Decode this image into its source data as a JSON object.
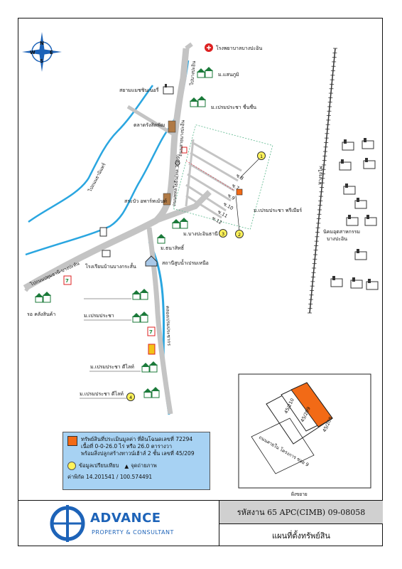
{
  "compass": {
    "n": "N",
    "s": "S",
    "e": "E",
    "w": "W"
  },
  "places": {
    "hospital": "โรงพยาบาลบางปะอิน",
    "m_saenphum": "ม.แสนภูมิ",
    "siam_machinery": "สยามแมชชินเนอรี่",
    "m_premprachachuen": "ม.เปรมประชา ชื่นชื่น",
    "talat_rung": "ตลาดรังสิตพัฒ",
    "saraburi": "สระบัว อพาร์ทเม้นท์",
    "m_bangpain_thani": "ม.บางปะอินธานี",
    "m_thanasit": "ม.ธนาสิทธิ์",
    "station": "สถานีสูบน้ำเปรมเหนือ",
    "school": "โรงเรียนบ้านบางกระสั้น",
    "warehouse": "รอ คลังสินค้า",
    "m_premprachachai": "ม.เปรมประชา",
    "m_prem_d_like": "ม.เปรมประชา ดีไลท์",
    "m_prem_d_like4": "ม.เปรมประชา ดีไลท์",
    "m_prem_premier": "ม.เปรมประชา พรีเมียร์",
    "industrial_estate": "นิคมอุตสาหกรรม\nบางปะอิน",
    "railway": "ทางรถไฟ",
    "road_rangsit_bangpain": "ถนนสายบางปะอิน",
    "road_main": "ถนนพหลโยธิน(ทล.3309)",
    "road_bottom": "ไปถนนปทุมธานี-บางปะหัน",
    "canal": "คลองเปรมประชากร",
    "canal2": "คลองเปรมประชากร",
    "soi_9": "ซ.9",
    "soi_10": "ซ.10",
    "soi_11": "ซ.11",
    "soi_12": "ซ.12",
    "soi_8": "ซ.8",
    "soi_7": "ซ.7",
    "thaksin": "ไปถนนธานินทร์",
    "road_to_bangpain": "ไปบางปะอิน",
    "marker_1": "1",
    "marker_2": "2",
    "marker_3": "3",
    "marker_4": "4"
  },
  "inset": {
    "plot_label": "45/209",
    "left_label": "45/210",
    "right_label": "45/208",
    "road": "ถนนสายใน โครงการ ซอย 9",
    "bottom": "ฝั่งขยาย"
  },
  "legend": {
    "asset_line1": "ทรัพย์สินที่ประเมินมูลค่า ที่ดินโฉนดเลขที่ 72294",
    "asset_line2": "เนื้อที่ 0-0-26.0 ไร่ หรือ 26.0 ตารางวา",
    "asset_line3": "พร้อมสิ่งปลูกสร้างทาวน์เฮ้าส์ 2 ชั้น เลขที่ 45/209",
    "compare_label": "ข้อมูลเปรียบเทียบ",
    "photo_label": "จุดถ่ายภาพ",
    "coords": "ค่าพิกัด 14.201541 / 100.574491"
  },
  "footer": {
    "brand": "ADVANCE",
    "brand_sub": "PROPERTY & CONSULTANT",
    "code": "รหัสงาน   65 APC(CIMB) 09-08058",
    "title": "แผนที่ตั้งทรัพย์สิน"
  },
  "colors": {
    "road": "#c4c4c4",
    "canal": "#2aa6e0",
    "subject": "#f26a16",
    "legend_bg": "#a7d2f3",
    "marker": "#fff35a",
    "brand": "#1d63b8"
  }
}
